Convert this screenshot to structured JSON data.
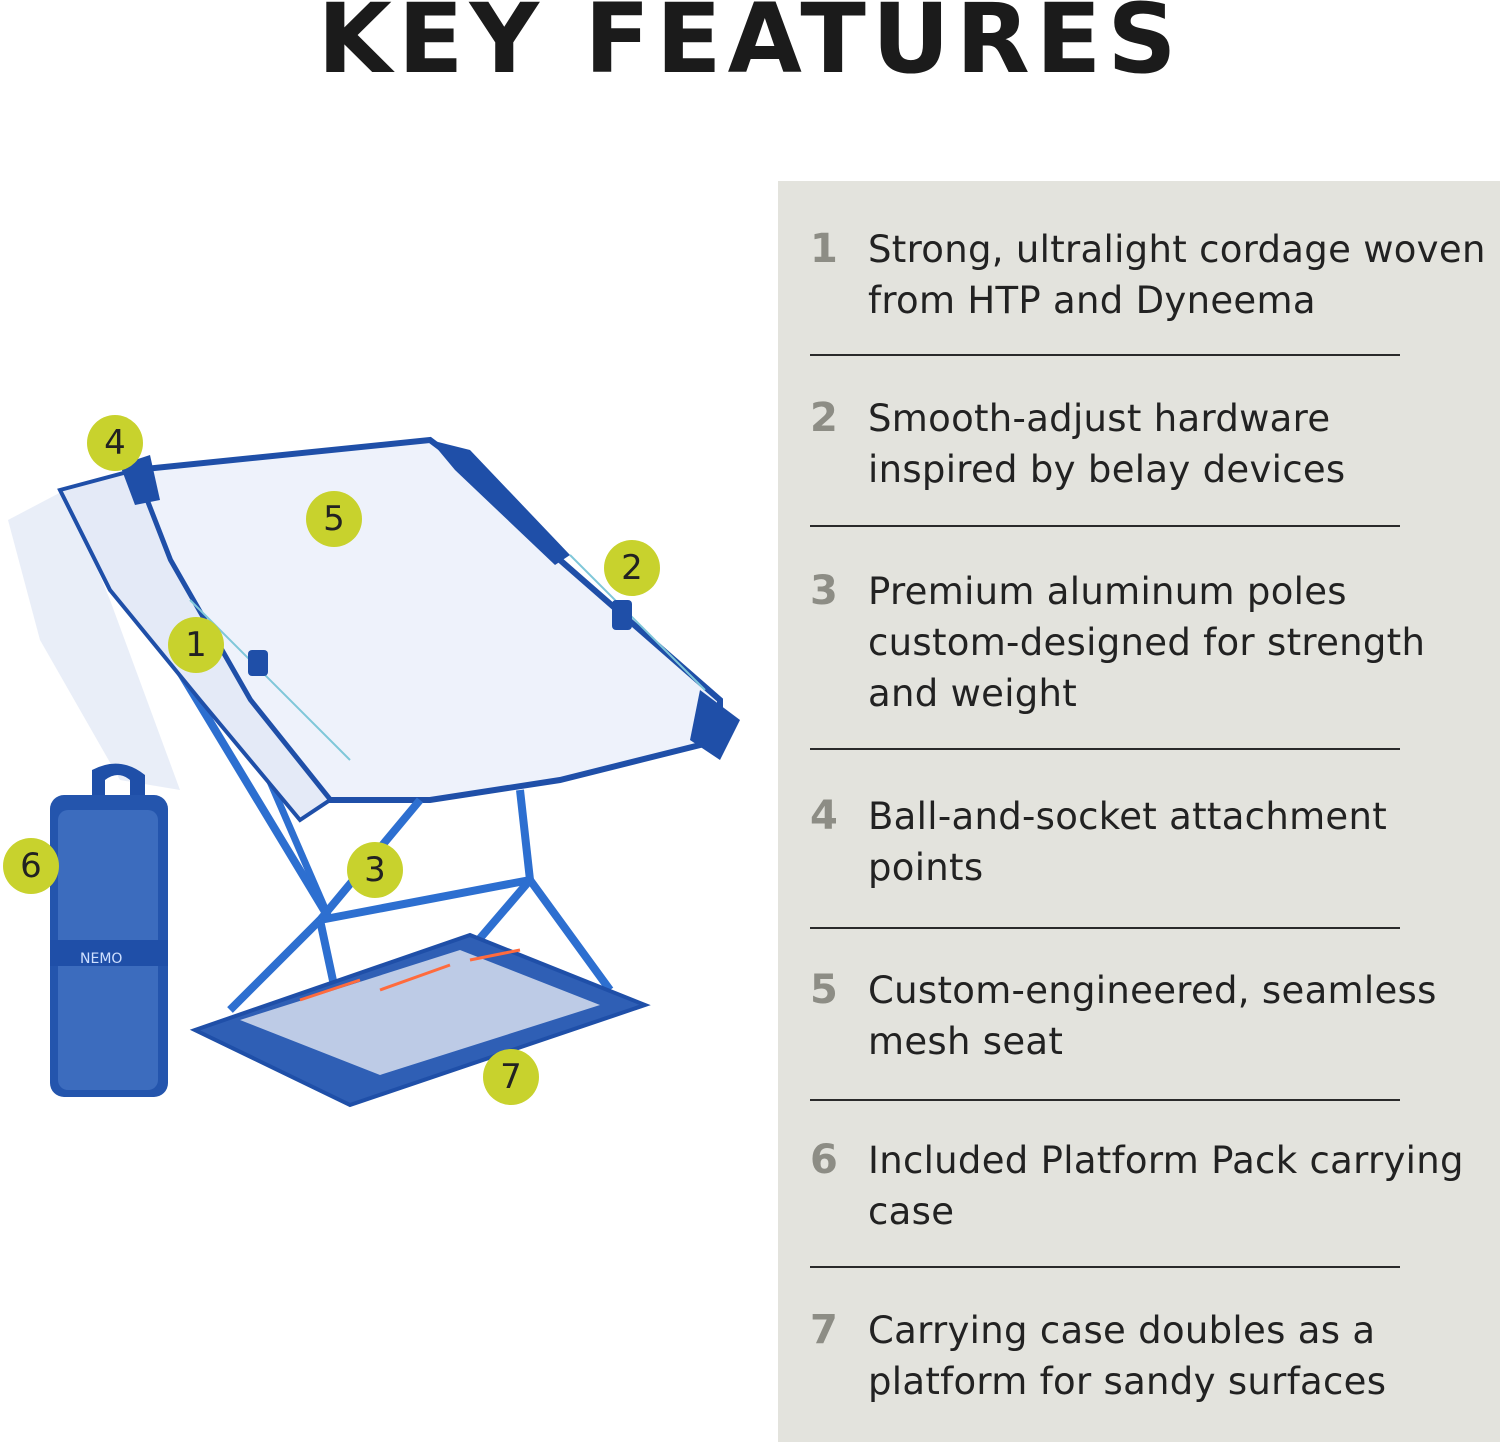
{
  "title": "KEY FEATURES",
  "features": [
    {
      "num": "1",
      "text": "Strong, ultralight cordage woven from HTP and Dyneema"
    },
    {
      "num": "2",
      "text": "Smooth-adjust hardware inspired by belay devices"
    },
    {
      "num": "3",
      "text": "Premium aluminum poles custom-designed for strength and weight"
    },
    {
      "num": "4",
      "text": "Ball-and-socket attachment points"
    },
    {
      "num": "5",
      "text": "Custom-engineered, seamless mesh seat"
    },
    {
      "num": "6",
      "text": "Included Platform Pack carrying case"
    },
    {
      "num": "7",
      "text": "Carrying case doubles as a platform for sandy surfaces"
    }
  ],
  "callouts": [
    "1",
    "2",
    "3",
    "4",
    "5",
    "6",
    "7"
  ],
  "brand_logo_text": "NEMO",
  "colors": {
    "accent_badge": "#c8d22d",
    "panel_bg": "#e3e3dd",
    "chair_blue": "#1f4fa8",
    "mesh": "#e9eef8"
  }
}
